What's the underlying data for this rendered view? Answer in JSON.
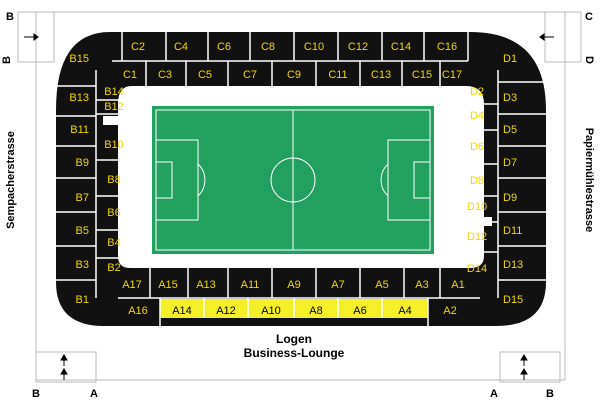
{
  "map": {
    "colors": {
      "stand": "#111111",
      "section_text": "#f2d600",
      "lounge_band": "#f5ef2a",
      "pitch": "#21a05f",
      "pitch_lines": "#ffffff"
    },
    "streets": {
      "west": "Sempacherstrasse",
      "east": "Papiermühlestrasse"
    },
    "lounge": {
      "line1": "Logen",
      "line2": "Business-Lounge"
    },
    "entrance_letters": {
      "top_left": "B",
      "top_right": "C",
      "side_left": "B",
      "side_right": "D",
      "bottom_left_b": "B",
      "bottom_left_a": "A",
      "bottom_right_a": "A",
      "bottom_right_b": "B"
    },
    "sections": {
      "top_outer": [
        "C2",
        "C4",
        "C6",
        "C8",
        "C10",
        "C12",
        "C14",
        "C16"
      ],
      "top_inner": [
        "C1",
        "C3",
        "C5",
        "C7",
        "C9",
        "C11",
        "C13",
        "C15",
        "C17"
      ],
      "left_outer": [
        "B15",
        "B13",
        "B11",
        "B9",
        "B7",
        "B5",
        "B3",
        "B1"
      ],
      "left_inner": [
        "B14",
        "B12",
        "B10",
        "B8",
        "B6",
        "B4",
        "B2"
      ],
      "right_outer": [
        "D1",
        "D3",
        "D5",
        "D7",
        "D9",
        "D11",
        "D13",
        "D15"
      ],
      "right_inner": [
        "D2",
        "D4",
        "D6",
        "D8",
        "D10",
        "D12",
        "D14"
      ],
      "bottom_inner": [
        "A17",
        "A15",
        "A13",
        "A11",
        "A9",
        "A7",
        "A5",
        "A3",
        "A1"
      ],
      "bottom_outer": [
        "A16",
        "A14",
        "A12",
        "A10",
        "A8",
        "A6",
        "A4",
        "A2"
      ]
    }
  }
}
